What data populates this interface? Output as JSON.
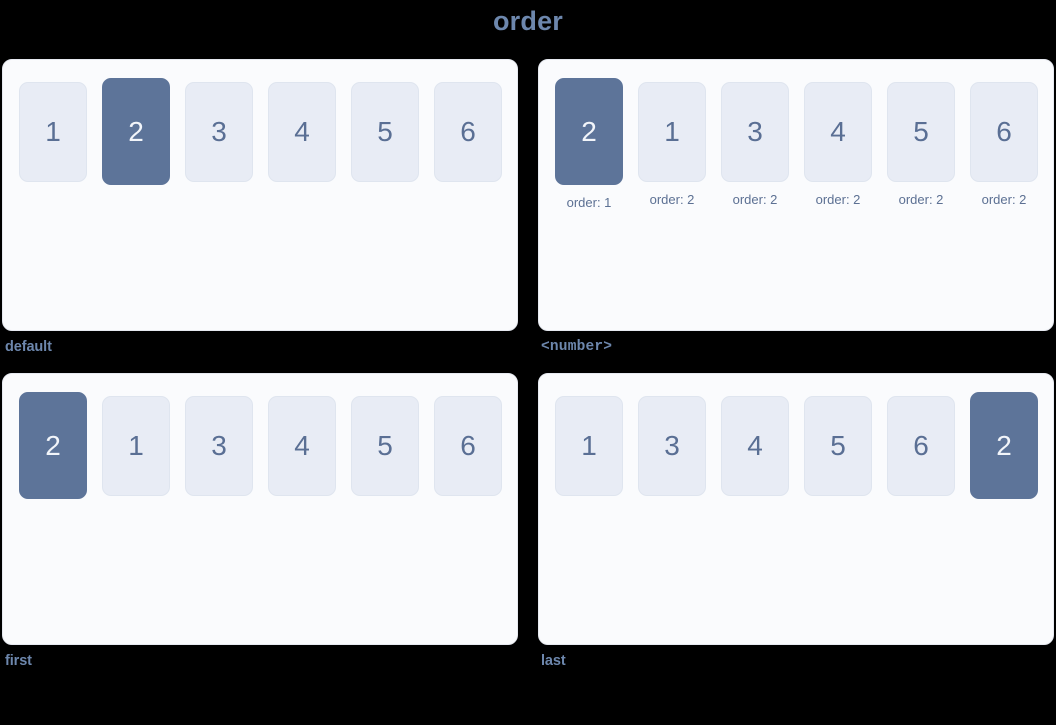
{
  "title": "order",
  "colors": {
    "page_background": "#000000",
    "panel_background": "#fafbfd",
    "panel_border": "#e6e9f0",
    "box_background": "#e8ecf5",
    "box_border": "#dfe5ef",
    "box_text": "#5a6f94",
    "highlight_background": "#5d7499",
    "highlight_text": "#f2f5fa",
    "caption_text": "#6d87ad",
    "title_text": "#6d87ad",
    "order_label_text": "#5c7093"
  },
  "panels": [
    {
      "caption": "default",
      "caption_mono": false,
      "items": [
        {
          "label": "1",
          "highlight": false,
          "order_label": null
        },
        {
          "label": "2",
          "highlight": true,
          "order_label": null
        },
        {
          "label": "3",
          "highlight": false,
          "order_label": null
        },
        {
          "label": "4",
          "highlight": false,
          "order_label": null
        },
        {
          "label": "5",
          "highlight": false,
          "order_label": null
        },
        {
          "label": "6",
          "highlight": false,
          "order_label": null
        }
      ]
    },
    {
      "caption": "<number>",
      "caption_mono": true,
      "items": [
        {
          "label": "2",
          "highlight": true,
          "order_label": "order: 1"
        },
        {
          "label": "1",
          "highlight": false,
          "order_label": "order: 2"
        },
        {
          "label": "3",
          "highlight": false,
          "order_label": "order: 2"
        },
        {
          "label": "4",
          "highlight": false,
          "order_label": "order: 2"
        },
        {
          "label": "5",
          "highlight": false,
          "order_label": "order: 2"
        },
        {
          "label": "6",
          "highlight": false,
          "order_label": "order: 2"
        }
      ]
    },
    {
      "caption": "first",
      "caption_mono": false,
      "items": [
        {
          "label": "2",
          "highlight": true,
          "order_label": null
        },
        {
          "label": "1",
          "highlight": false,
          "order_label": null
        },
        {
          "label": "3",
          "highlight": false,
          "order_label": null
        },
        {
          "label": "4",
          "highlight": false,
          "order_label": null
        },
        {
          "label": "5",
          "highlight": false,
          "order_label": null
        },
        {
          "label": "6",
          "highlight": false,
          "order_label": null
        }
      ]
    },
    {
      "caption": "last",
      "caption_mono": false,
      "items": [
        {
          "label": "1",
          "highlight": false,
          "order_label": null
        },
        {
          "label": "3",
          "highlight": false,
          "order_label": null
        },
        {
          "label": "4",
          "highlight": false,
          "order_label": null
        },
        {
          "label": "5",
          "highlight": false,
          "order_label": null
        },
        {
          "label": "6",
          "highlight": false,
          "order_label": null
        },
        {
          "label": "2",
          "highlight": true,
          "order_label": null
        }
      ]
    }
  ]
}
